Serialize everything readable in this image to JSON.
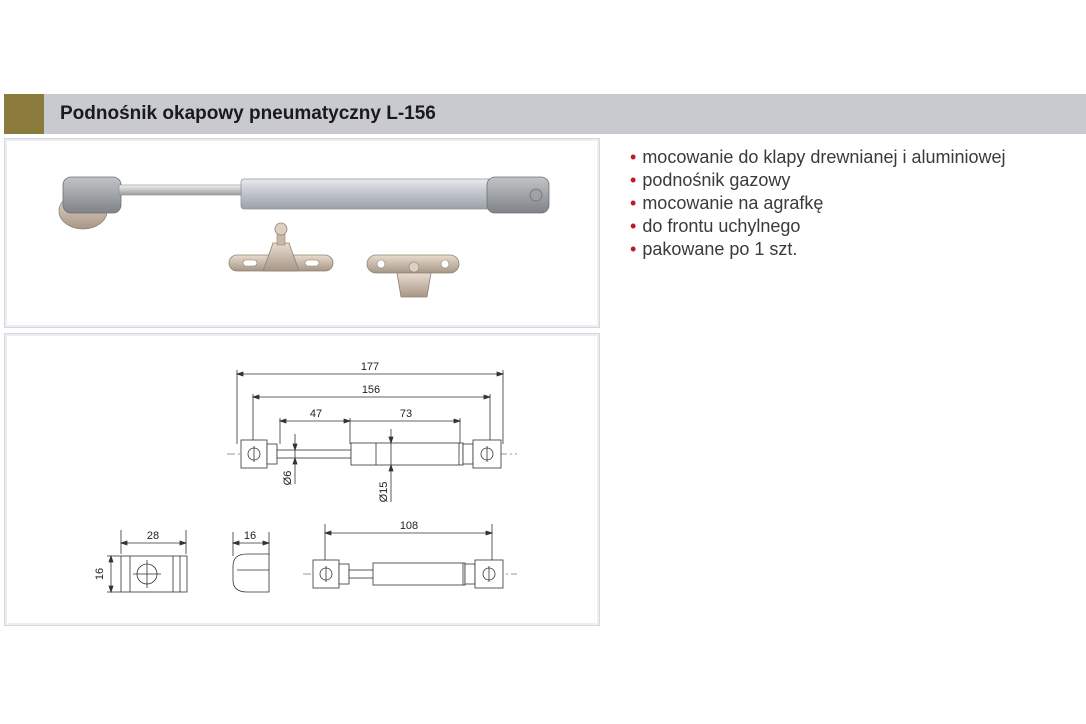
{
  "header": {
    "title": "Podnośnik okapowy pneumatyczny L-156"
  },
  "features": [
    "mocowanie do klapy drewnianej i aluminiowej",
    "podnośnik gazowy",
    "mocowanie na agrafkę",
    "do frontu uchylnego",
    "pakowane po 1 szt."
  ],
  "bullet_color": "#c0162f",
  "accent_color": "#8a7a3c",
  "drawing": {
    "dim_total": "177",
    "dim_body": "156",
    "dim_rod": "47",
    "dim_cyl": "73",
    "dia_rod": "Ø6",
    "dia_cyl": "Ø15",
    "dim_end_width": "28",
    "dim_end_height": "16",
    "dim_end_depth": "16",
    "dim_compressed": "108"
  }
}
